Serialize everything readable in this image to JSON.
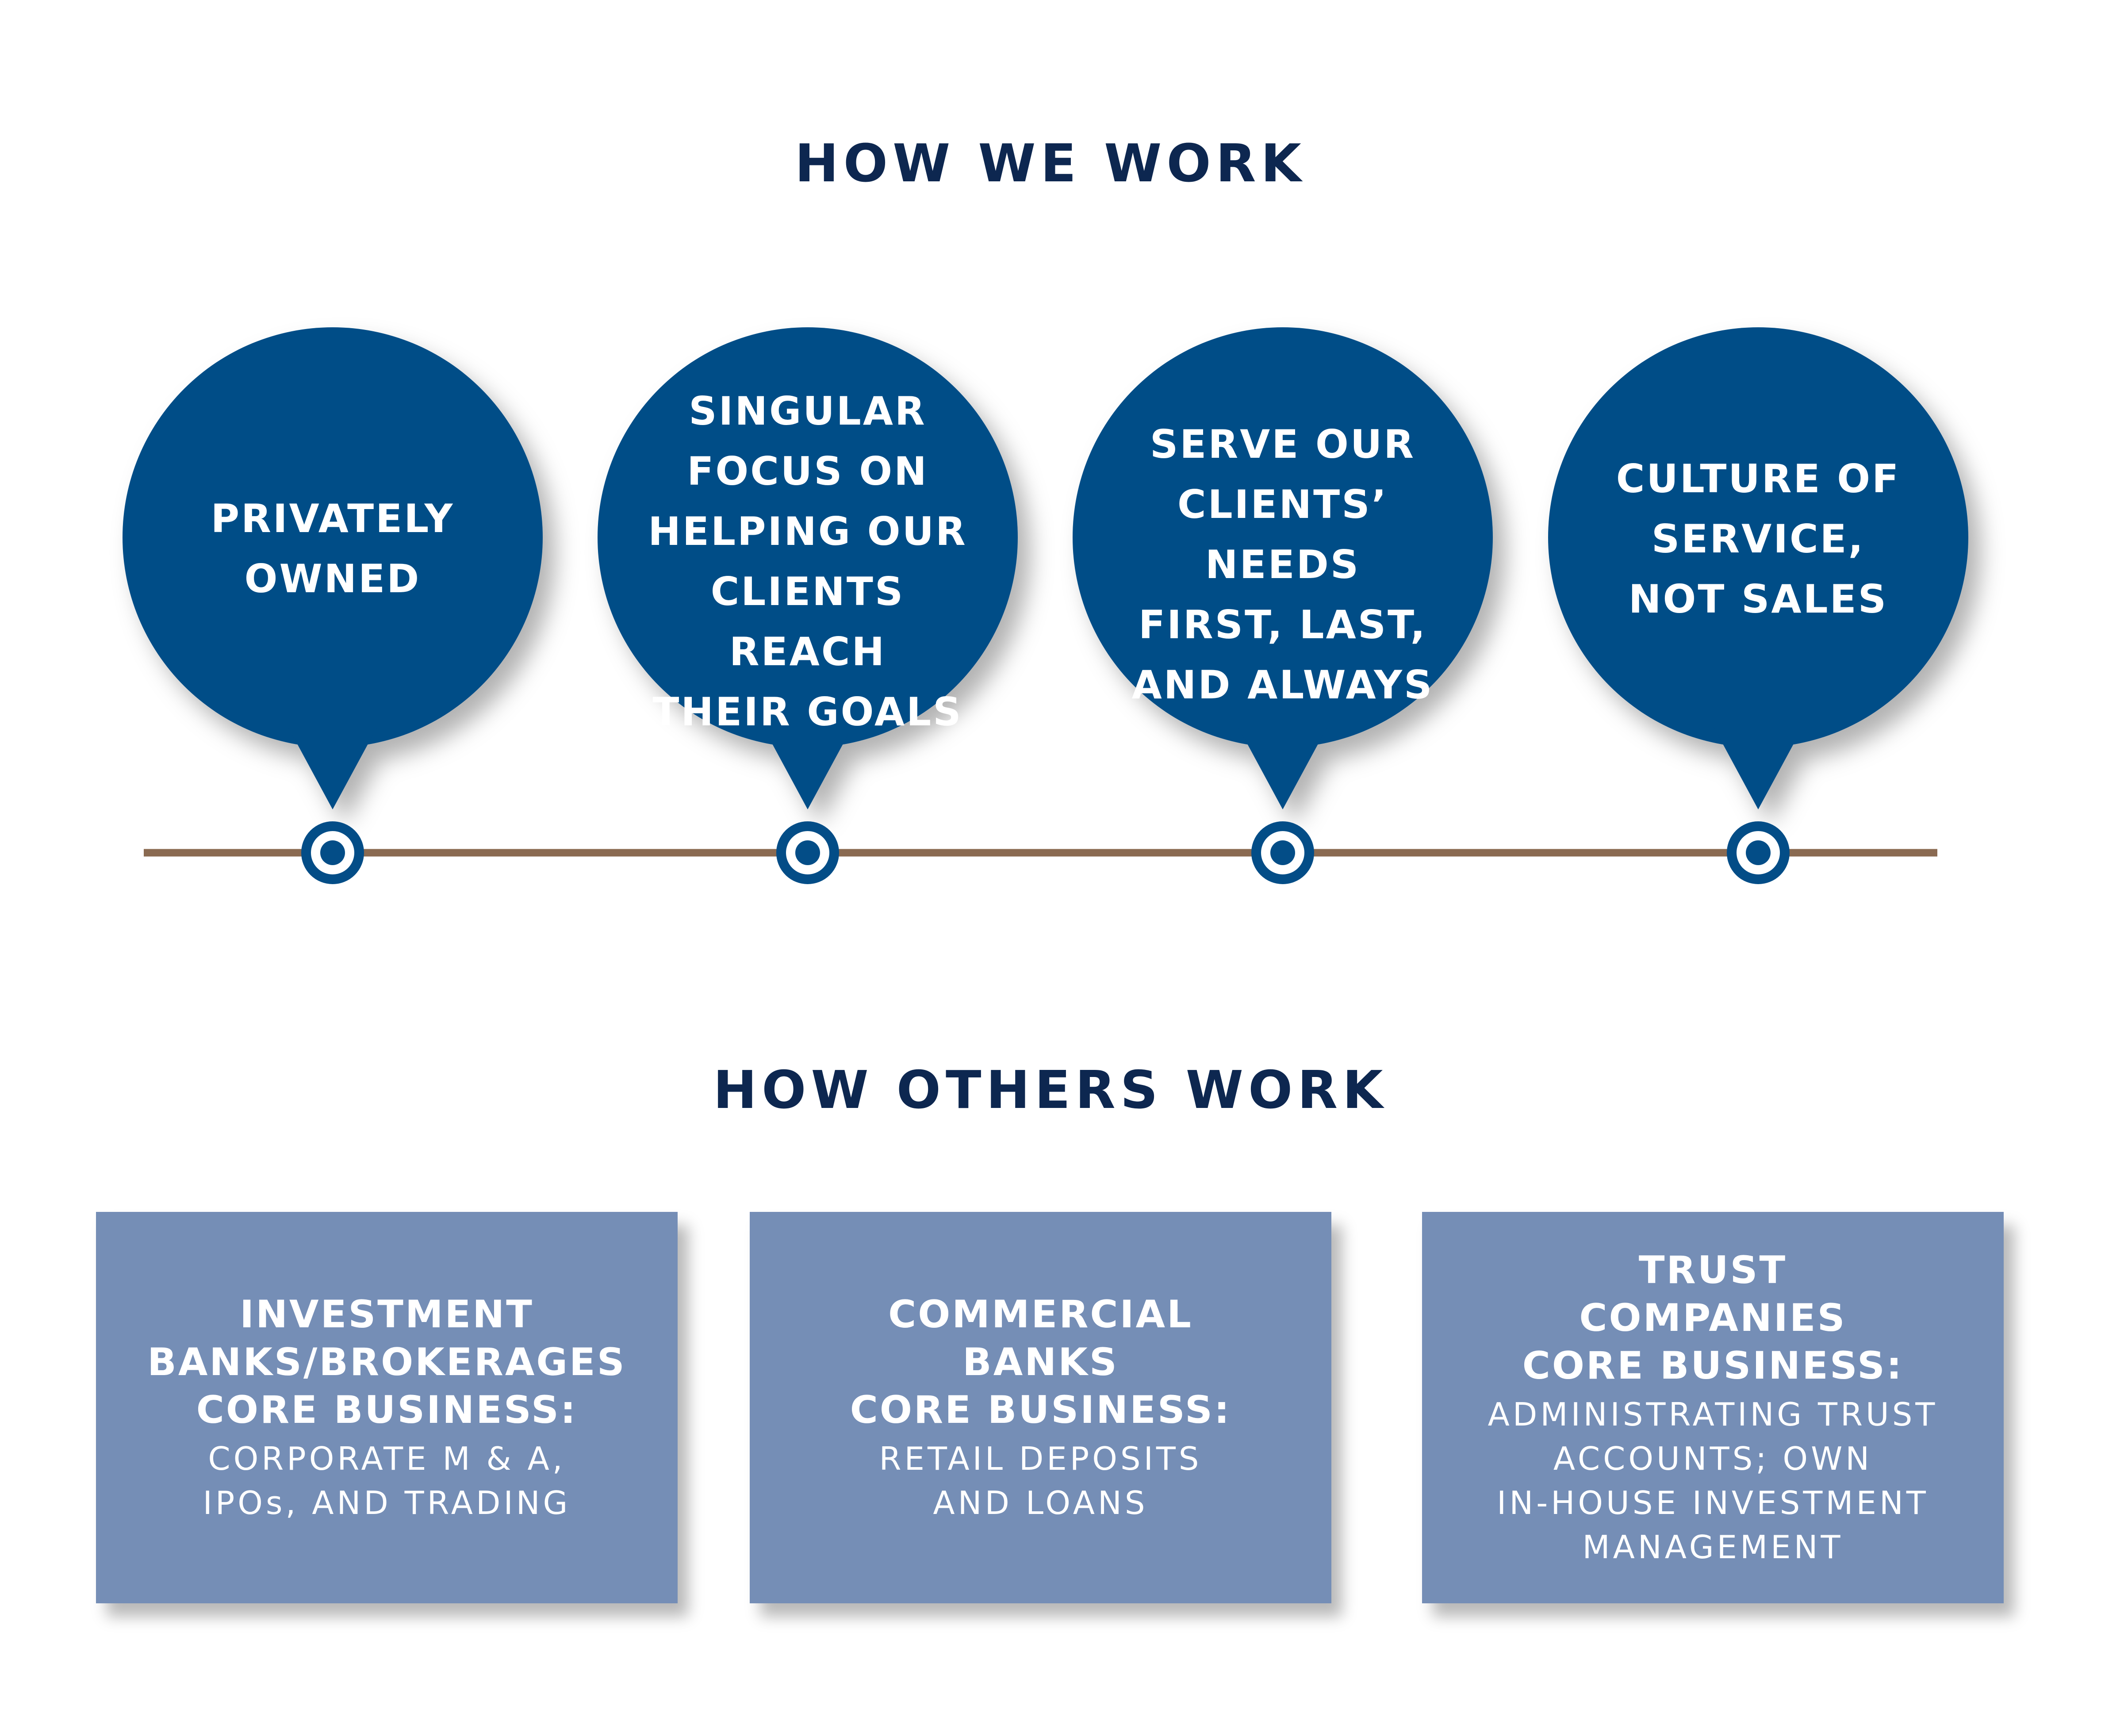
{
  "colors": {
    "bubble": "#034d87",
    "timeline": "#8a6a51",
    "card": "#758eb6",
    "title": "#0d2750"
  },
  "how_we_work": {
    "title": "HOW WE WORK",
    "bubbles": [
      {
        "text": "PRIVATELY\nOWNED"
      },
      {
        "text": "SINGULAR\nFOCUS ON\nHELPING OUR\nCLIENTS REACH\nTHEIR GOALS"
      },
      {
        "text": "SERVE OUR\nCLIENTS’ NEEDS\nFIRST, LAST,\nAND ALWAYS"
      },
      {
        "text": "CULTURE OF\nSERVICE,\nNOT SALES"
      }
    ]
  },
  "how_others_work": {
    "title": "HOW OTHERS WORK",
    "cards": [
      {
        "heading": "INVESTMENT\nBANKS/BROKERAGES\nCORE BUSINESS:",
        "body": "CORPORATE M & A,\nIPOs, AND TRADING"
      },
      {
        "heading": "COMMERCIAL\nBANKS\nCORE BUSINESS:",
        "body": "RETAIL DEPOSITS\nAND LOANS"
      },
      {
        "heading": "TRUST\nCOMPANIES\nCORE BUSINESS:",
        "body": "ADMINISTRATING TRUST\nACCOUNTS; OWN\nIN-HOUSE INVESTMENT\nMANAGEMENT"
      }
    ]
  }
}
